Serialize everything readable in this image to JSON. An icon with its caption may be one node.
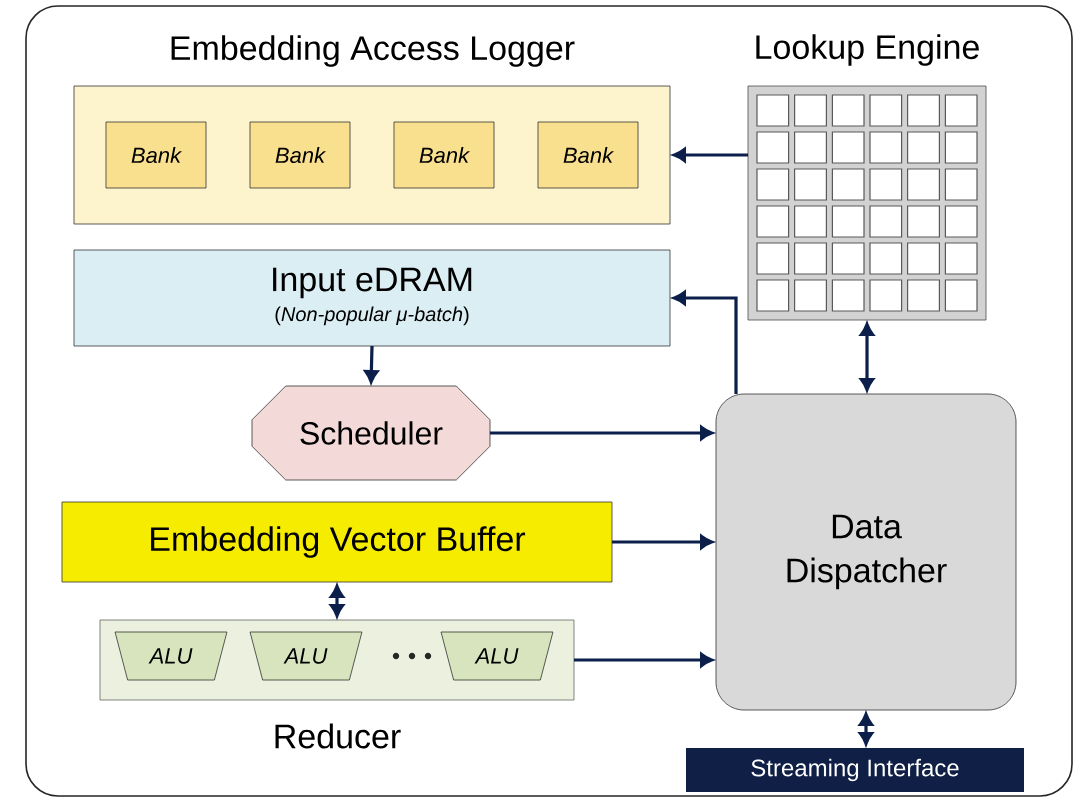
{
  "diagram": {
    "nodes": [
      {
        "text": [
          "Embedding Access Logger"
        ]
      },
      {
        "text": [
          "Bank"
        ],
        "in": 0
      },
      {
        "text": [
          "Bank"
        ],
        "in": 0
      },
      {
        "text": [
          "Bank"
        ],
        "in": 0
      },
      {
        "text": [
          "Bank"
        ],
        "in": 0
      },
      {
        "text": [
          "Lookup Engine"
        ]
      },
      {
        "text": [
          "Input eDRAM",
          "(*Non-popular μ-batch*)"
        ]
      },
      {
        "text": [
          "Scheduler"
        ]
      },
      {
        "text": [
          "Data Dispatcher"
        ]
      },
      {
        "text": [
          "Embedding Vector Buffer"
        ]
      },
      {
        "text": [
          "Reducer"
        ]
      },
      {
        "text": [
          "ALU"
        ],
        "in": 10
      },
      {
        "text": [
          "ALU"
        ],
        "in": 10
      },
      {
        "text": [
          "ALU"
        ],
        "in": 10
      },
      {
        "text": [
          "Streaming Interface"
        ]
      }
    ],
    "edges": [
      {
        "from": 5,
        "to": 0,
        "arrow": "to"
      },
      {
        "from": 8,
        "to": 6,
        "arrow": "to"
      },
      {
        "from": 6,
        "to": 7,
        "arrow": "to"
      },
      {
        "from": 7,
        "to": 8,
        "arrow": "to"
      },
      {
        "from": 9,
        "to": 8,
        "arrow": "to"
      },
      {
        "from": 10,
        "to": 8,
        "arrow": "to"
      },
      {
        "from": 5,
        "to": 8,
        "arrow": "both"
      },
      {
        "from": 9,
        "to": 10,
        "arrow": "both"
      },
      {
        "from": 8,
        "to": 14,
        "arrow": "both"
      }
    ]
  }
}
